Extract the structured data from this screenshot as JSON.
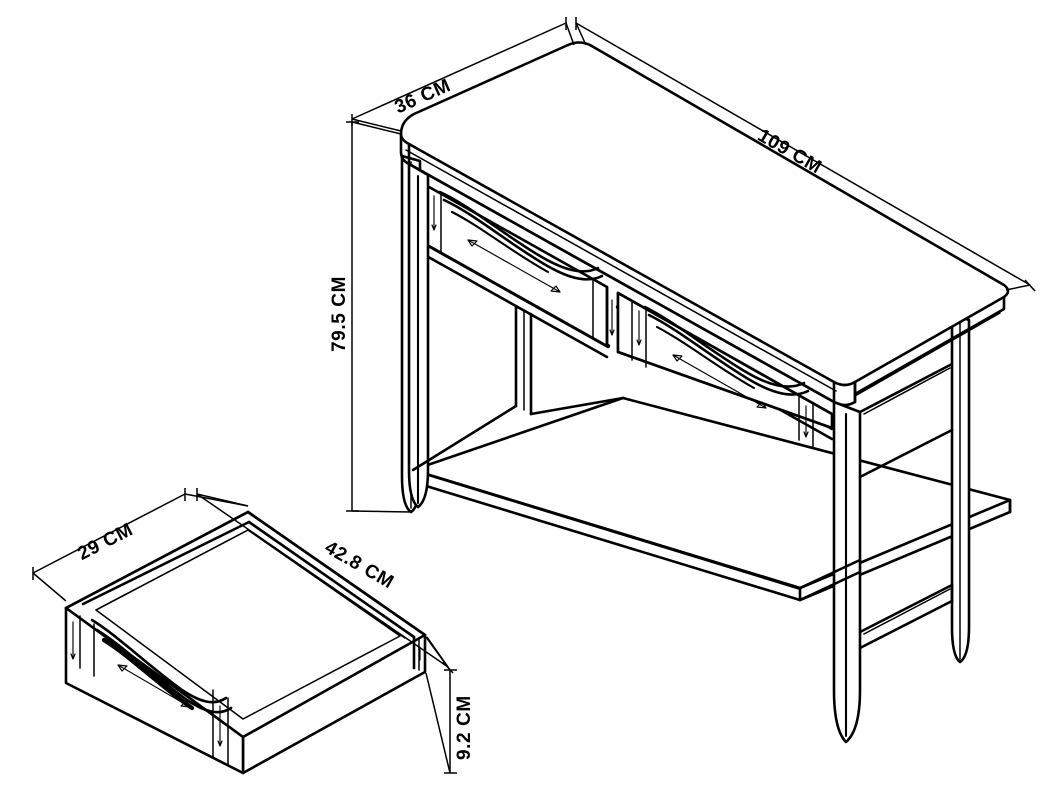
{
  "diagram": {
    "type": "technical-line-drawing",
    "subject": "console-table-with-two-drawers-and-lower-shelf",
    "projection": "isometric",
    "unit": "CM",
    "background_color": "#ffffff",
    "line_color": "#000000"
  },
  "dimensions": {
    "table_depth": {
      "label": "36 CM",
      "value": 36,
      "unit": "CM",
      "axis": "depth",
      "applies_to": "console-table"
    },
    "table_width": {
      "label": "109 CM",
      "value": 109,
      "unit": "CM",
      "axis": "width",
      "applies_to": "console-table"
    },
    "table_height": {
      "label": "79.5 CM",
      "value": 79.5,
      "unit": "CM",
      "axis": "height",
      "applies_to": "console-table"
    },
    "drawer_depth": {
      "label": "29 CM",
      "value": 29,
      "unit": "CM",
      "axis": "depth",
      "applies_to": "drawer"
    },
    "drawer_width": {
      "label": "42.8 CM",
      "value": 42.8,
      "unit": "CM",
      "axis": "width",
      "applies_to": "drawer"
    },
    "drawer_height": {
      "label": "9.2 CM",
      "value": 9.2,
      "unit": "CM",
      "axis": "height",
      "applies_to": "drawer"
    }
  },
  "parts": {
    "table_top": "table-top",
    "drawer_front_left": "drawer-front-left",
    "drawer_front_right": "drawer-front-right",
    "lower_shelf": "lower-shelf",
    "leg_front_left": "leg-front-left",
    "leg_front_right": "leg-front-right",
    "leg_rear_left": "leg-rear-left",
    "leg_rear_right": "leg-rear-right",
    "drawer_box": "detached-drawer-box",
    "drawer_handle": "carved-scoop-handle"
  }
}
